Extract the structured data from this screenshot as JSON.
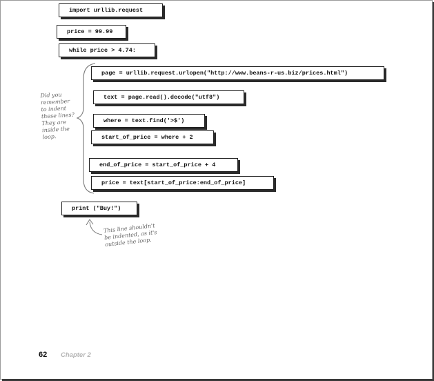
{
  "code_lines": {
    "import": "import urllib.request",
    "price_init": "price = 99.99",
    "while": "while price > 4.74:",
    "page": "page = urllib.request.urlopen(\"http://www.beans-r-us.biz/prices.html\")",
    "text": "text = page.read().decode(\"utf8\")",
    "where": "where = text.find('>$')",
    "start_of_price": "start_of_price = where + 2",
    "end_of_price": "end_of_price = start_of_price + 4",
    "price_slice": "price = text[start_of_price:end_of_price]",
    "print": "print (\"Buy!\")"
  },
  "annotations": {
    "indent_note": "Did you\nremember\nto indent\nthese lines?\nThey are\ninside the\nloop.",
    "print_note": "This line shouldn't\nbe indented, as it's\noutside the loop."
  },
  "footer": {
    "page_number": "62",
    "chapter": "Chapter 2"
  }
}
